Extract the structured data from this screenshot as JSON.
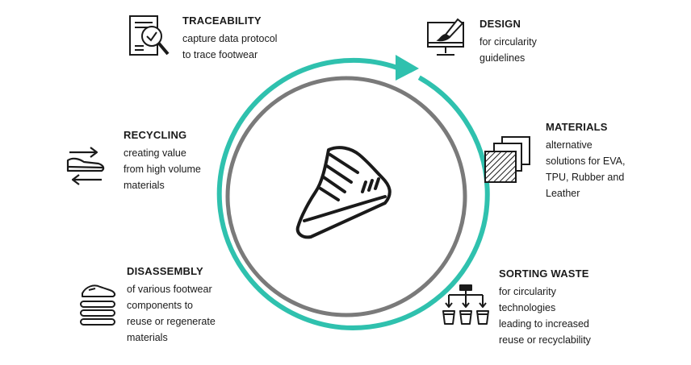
{
  "colors": {
    "accent": "#2fc1ae",
    "inner_ring": "#7a7a7a",
    "ink": "#1a1a1a"
  },
  "center": {
    "icon": "sneaker-icon"
  },
  "steps": {
    "traceability": {
      "title": "TRACEABILITY",
      "desc": "capture data protocol\nto trace footwear",
      "icon": "document-magnifier-icon"
    },
    "design": {
      "title": "DESIGN",
      "desc": "for circularity\nguidelines",
      "icon": "monitor-paintbrush-icon"
    },
    "materials": {
      "title": "MATERIALS",
      "desc": "alternative\nsolutions for EVA,\nTPU, Rubber and\nLeather",
      "icon": "material-swatches-icon"
    },
    "sorting_waste": {
      "title": "SORTING WASTE",
      "desc": "for circularity\ntechnologies\nleading to increased\nreuse or recyclability",
      "icon": "sorting-bins-icon"
    },
    "disassembly": {
      "title": "DISASSEMBLY",
      "desc": "of various footwear\ncomponents to\nreuse or regenerate\nmaterials",
      "icon": "stacked-shoe-parts-icon"
    },
    "recycling": {
      "title": "RECYCLING",
      "desc": "creating value\nfrom high volume\nmaterials",
      "icon": "shoe-recycle-arrows-icon"
    }
  }
}
